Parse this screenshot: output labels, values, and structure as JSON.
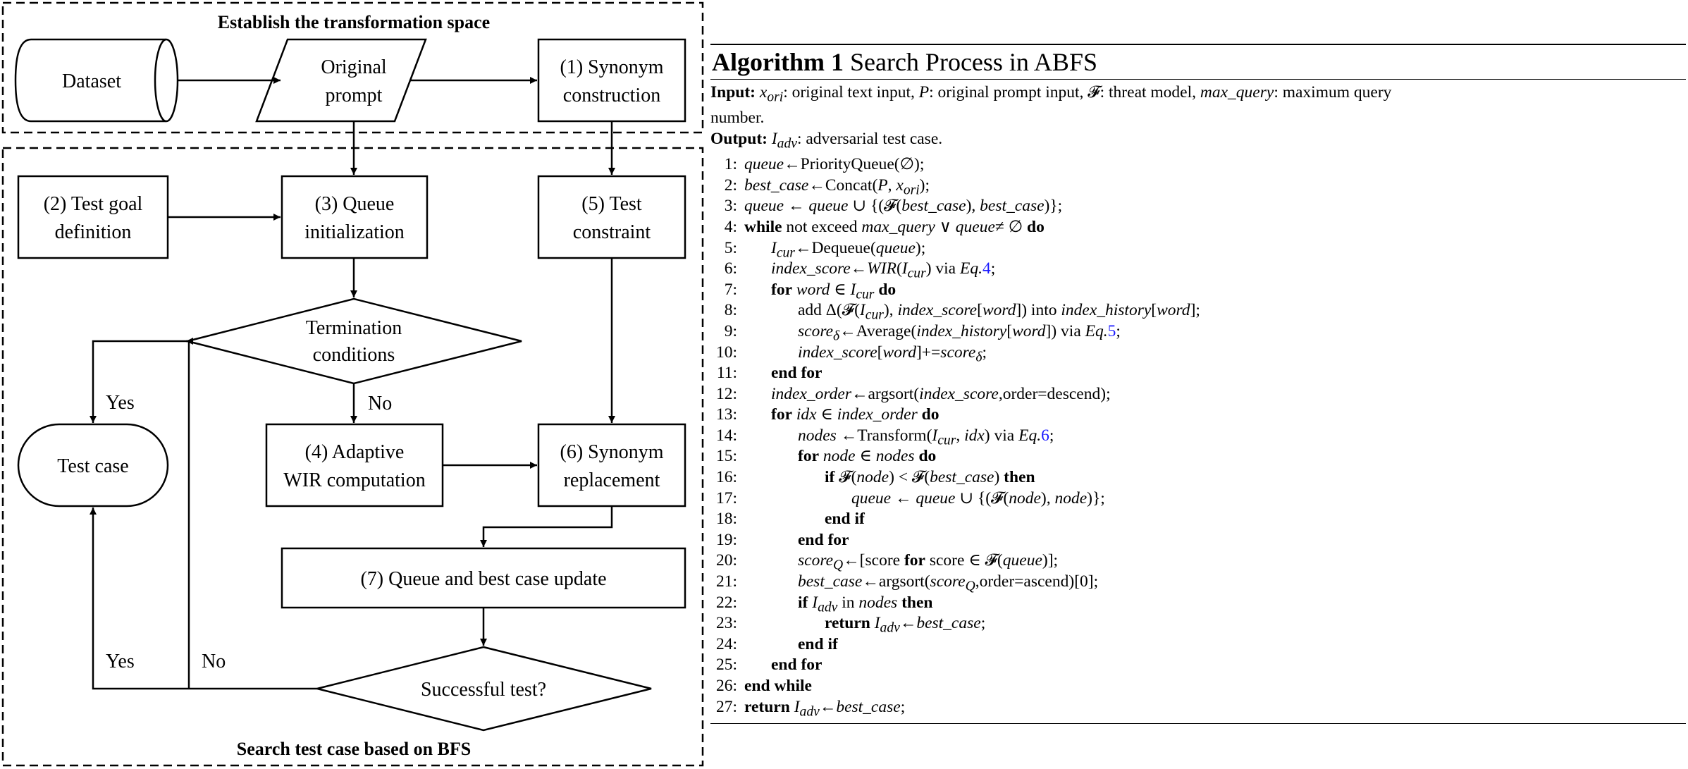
{
  "flowchart": {
    "top_region_title": "Establish the transformation space",
    "bottom_region_title": "Search test case based on BFS",
    "nodes": {
      "dataset": "Dataset",
      "original_prompt": [
        "Original",
        "prompt"
      ],
      "synonym_construction": [
        "(1) Synonym",
        "construction"
      ],
      "test_goal": [
        "(2) Test goal",
        "definition"
      ],
      "queue_init": [
        "(3) Queue",
        "initialization"
      ],
      "test_constraint": [
        "(5) Test",
        "constraint"
      ],
      "termination": [
        "Termination",
        "conditions"
      ],
      "test_case": "Test case",
      "adaptive_wir": [
        "(4) Adaptive",
        "WIR computation"
      ],
      "synonym_replacement": [
        "(6) Synonym",
        "replacement"
      ],
      "queue_update": "(7) Queue and best case update",
      "successful_test": "Successful test?"
    },
    "edge_labels": {
      "termination_yes": "Yes",
      "termination_no": "No",
      "success_yes": "Yes",
      "success_no": "No"
    }
  },
  "algorithm": {
    "title_bold": "Algorithm 1",
    "title_rest": " Search Process in ABFS",
    "input_label": "Input:",
    "output_label": "Output:",
    "keywords": {
      "while": "while",
      "do": "do",
      "for": "for",
      "end_for": "end for",
      "end_while": "end while",
      "if": "if",
      "then": "then",
      "end_if": "end if",
      "return": "return"
    },
    "line_numbers": [
      "1:",
      "2:",
      "3:",
      "4:",
      "5:",
      "6:",
      "7:",
      "8:",
      "9:",
      "10:",
      "11:",
      "12:",
      "13:",
      "14:",
      "15:",
      "16:",
      "17:",
      "18:",
      "19:",
      "20:",
      "21:",
      "22:",
      "23:",
      "24:",
      "25:",
      "26:",
      "27:"
    ],
    "refs": [
      "4",
      "5",
      "6"
    ]
  }
}
